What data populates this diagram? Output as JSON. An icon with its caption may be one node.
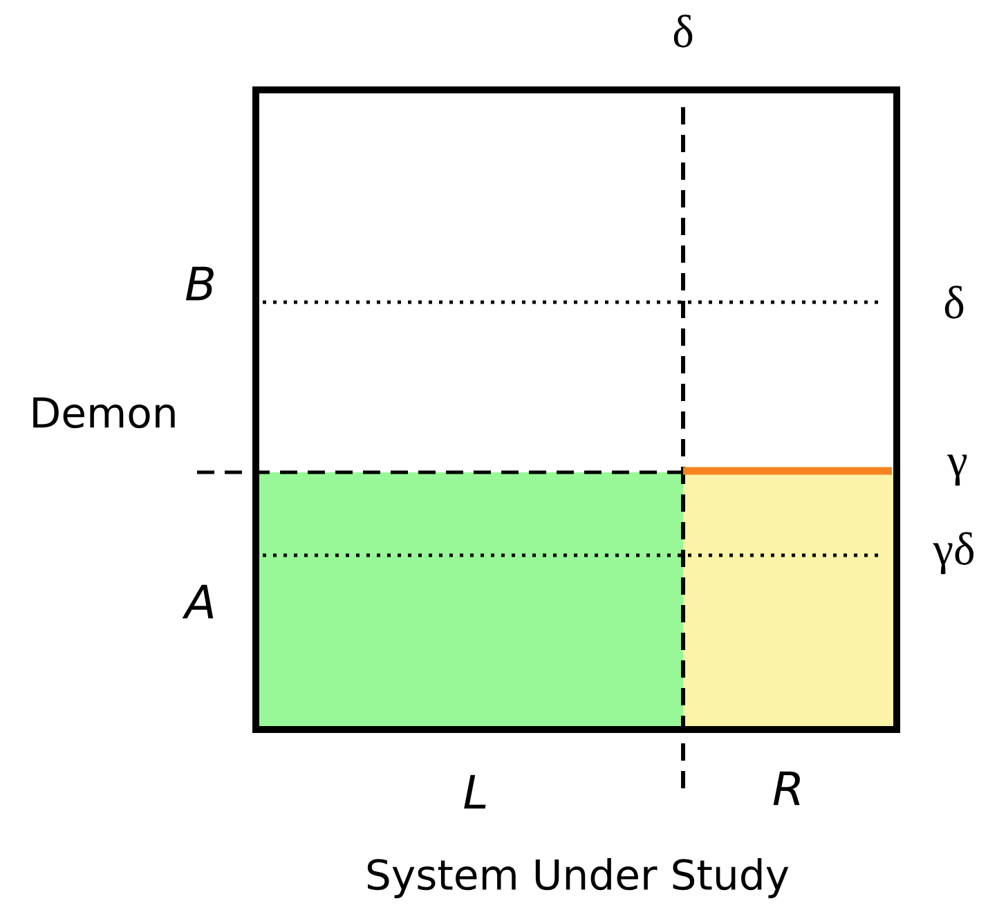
{
  "diagram": {
    "labels": [
      "δ",
      "B",
      "δ",
      "Demon",
      "γ",
      "γδ",
      "A",
      "L",
      "R",
      "System Under Study"
    ]
  }
}
